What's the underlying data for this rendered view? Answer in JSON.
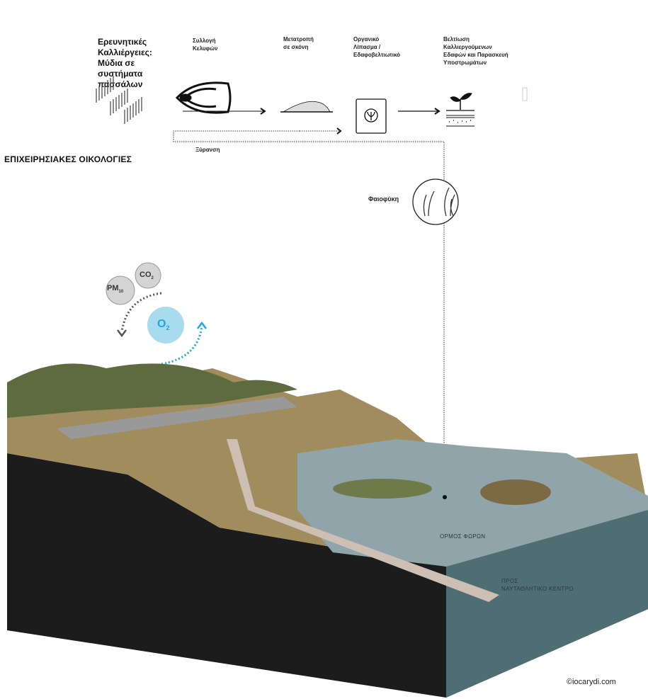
{
  "process": {
    "start_title": "Ερευνητικές Καλλιέργειες: Μύδια σε συστήματα πασσάλων",
    "steps": [
      {
        "label": "Συλλογή Κελυφών",
        "icon": "shell-icon"
      },
      {
        "label": "Μετατροπή σε σκόνη",
        "icon": "powder-pile-icon"
      },
      {
        "label": "Οργανικό Λίπασμα / Εδαφοβελτιωτικό",
        "icon": "fertilizer-bag-icon"
      },
      {
        "label": "Βελτίωση Καλλιεργούμενων Εδαφών και Παρασκευή Υποστρωμάτων",
        "icon": "plant-soil-icon"
      }
    ],
    "loop_label": "Ξύρανση"
  },
  "section_title": "ΕΠΙΧΕΙΡΗΣΙΑΚΕΣ ΟΙΚΟΛΟΓΙΕΣ",
  "seaweed_label": "Φαιοφύκη",
  "air": {
    "pm": "PM",
    "pm_sub": "10",
    "co2": "CO",
    "co2_sub": "2",
    "o2": "O",
    "o2_sub": "2"
  },
  "map_labels": {
    "bay": "ΟΡΜΟΣ ΦΩΡΩΝ",
    "to_center_1": "ΠΡΟΣ",
    "to_center_2": "ΝΑΥΤΑΘΛΗΤΙΚΟ ΚΕΝΤΡΟ"
  },
  "credit": "©iocarydi.com",
  "colors": {
    "water": "#8fa5aa",
    "soil": "#1c1c1c",
    "land": "#a08c5c",
    "o2": "#a9dbef",
    "accent": "#1fa6e0"
  }
}
